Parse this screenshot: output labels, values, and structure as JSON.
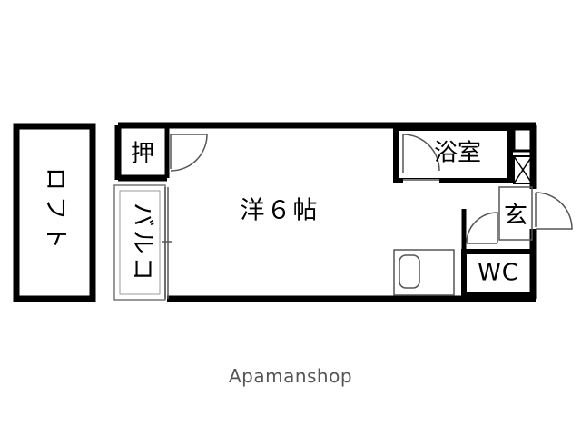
{
  "floorplan": {
    "rooms": {
      "loft": "ロフト",
      "western_room": "洋６帖",
      "closet": "押",
      "balcony": "バルコ",
      "bath": "浴室",
      "entrance": "玄",
      "toilet": "WC"
    },
    "colors": {
      "wall": "#000000",
      "background": "#ffffff",
      "thin_line": "#555555"
    }
  },
  "brand": {
    "name": "Apamanshop"
  }
}
